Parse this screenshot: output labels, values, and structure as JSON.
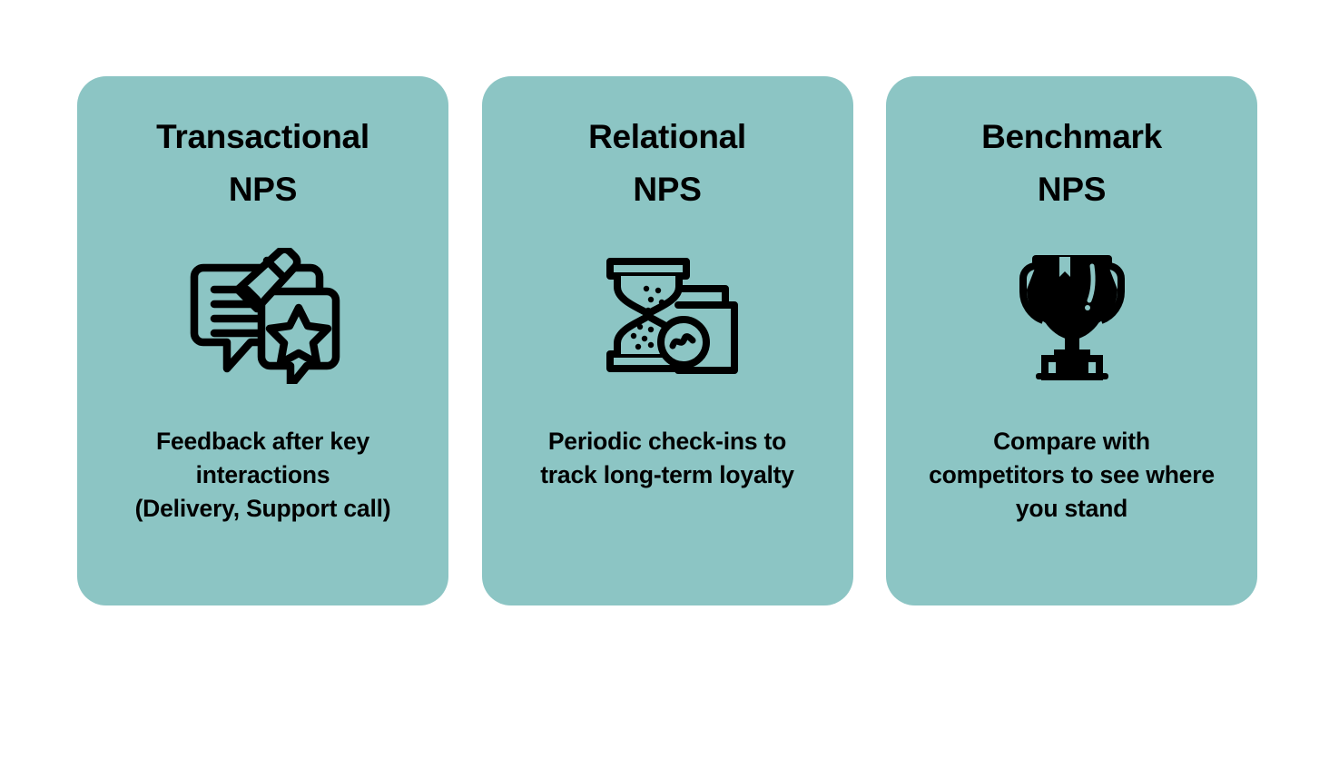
{
  "slide": {
    "background_color": "#ffffff",
    "card_color": "#8cc5c4",
    "text_color": "#000000"
  },
  "cards": [
    {
      "title": "Transactional\nNPS",
      "icon_name": "feedback-review-speech-bubbles-icon",
      "description": "Feedback after key\ninteractions\n(Delivery, Support call)"
    },
    {
      "title": "Relational\nNPS",
      "icon_name": "hourglass-documents-chart-icon",
      "description": "Periodic check-ins to\ntrack long-term loyalty"
    },
    {
      "title": "Benchmark\nNPS",
      "icon_name": "trophy-icon",
      "description": "Compare with\ncompetitors to see  where\nyou stand"
    }
  ]
}
